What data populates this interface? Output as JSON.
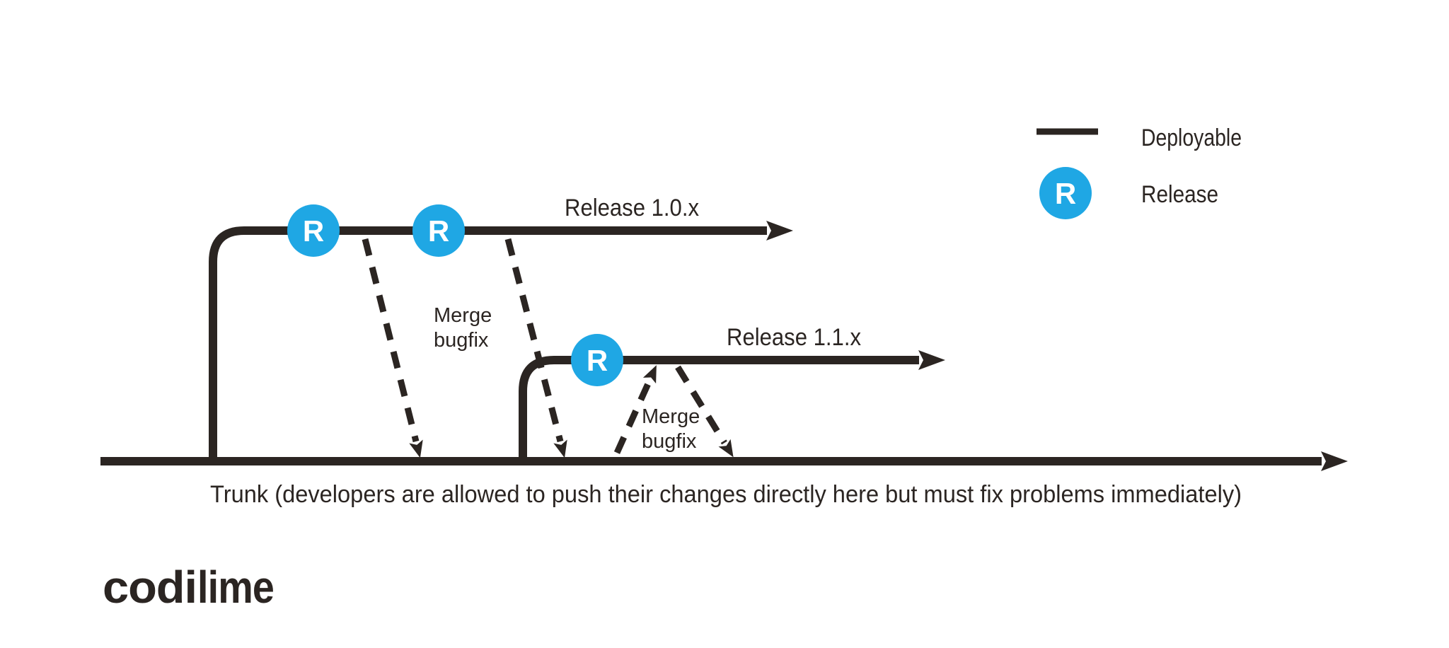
{
  "colors": {
    "line_dark": "#2B2522",
    "release_blue": "#1FA7E4",
    "lime_green": "#A2DC25",
    "background": "#FFFFFF"
  },
  "legend": {
    "deployable_label": "Deployable",
    "release_label": "Release",
    "release_symbol": "R"
  },
  "diagram": {
    "branch_1_label": "Release 1.0.x",
    "branch_2_label": "Release 1.1.x",
    "branch_1_releases": [
      "R",
      "R"
    ],
    "branch_2_releases": [
      "R"
    ],
    "merge_label_1_line_1": "Merge",
    "merge_label_1_line_2": "bugfix",
    "merge_label_2_line_1": "Merge",
    "merge_label_2_line_2": "bugfix",
    "trunk_caption": "Trunk (developers are allowed to push their changes directly here but must fix problems immediately)"
  },
  "logo": {
    "text_dark": "codi",
    "text_green": "lime"
  }
}
